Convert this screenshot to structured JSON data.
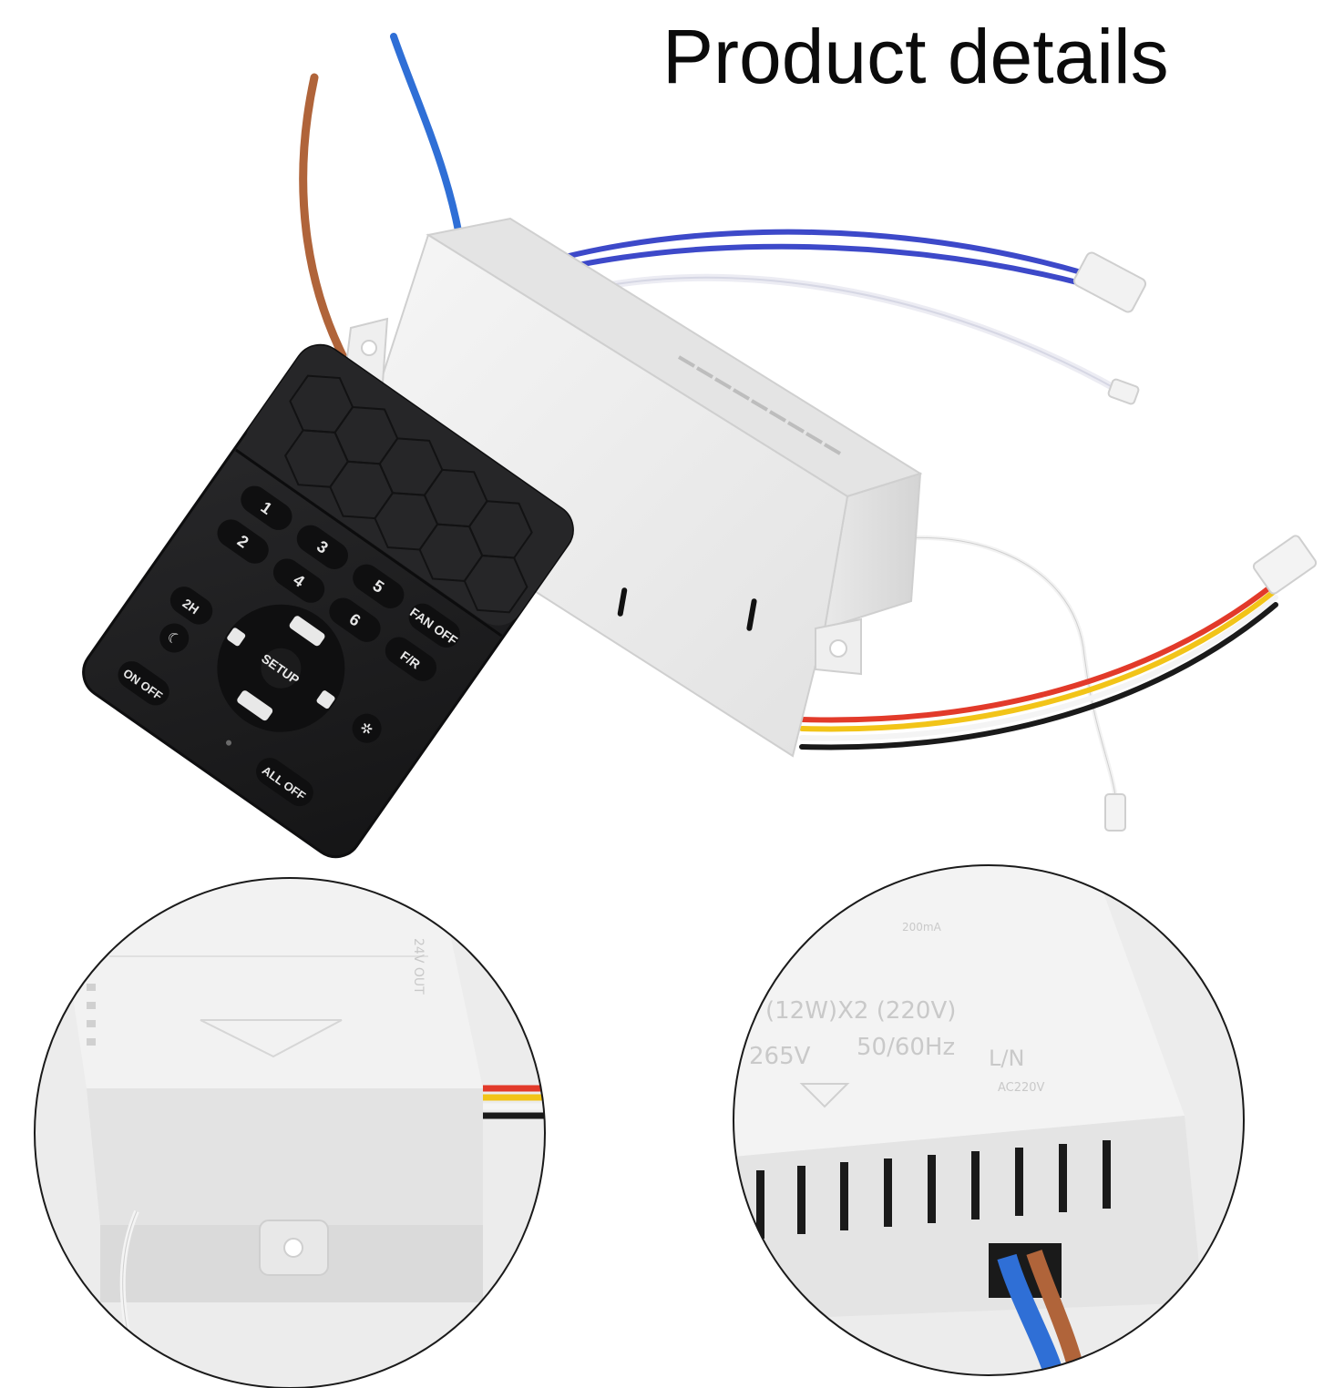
{
  "heading": "Product details",
  "remote": {
    "buttons": {
      "b1": "1",
      "b2": "2",
      "b3": "3",
      "b4": "4",
      "b5": "5",
      "b6": "6",
      "fr": "F/R",
      "fan_off": "FAN OFF",
      "h2": "2H",
      "setup": "SETUP",
      "all_off": "ALL OFF",
      "light_on_off": "ON OFF"
    }
  },
  "zoom_right": {
    "ma": "200mA",
    "power": "(12W)X2 (220V)",
    "voltage": "265V",
    "freq": "50/60Hz",
    "ln": "L/N",
    "ac": "AC220V"
  },
  "zoom_left": {
    "label": "24V OUT"
  },
  "colors": {
    "remote_body": "#1f1f21",
    "module_body": "#f1f1f1",
    "wire_blue": "#2f5fd6",
    "wire_brown": "#b0643a",
    "wire_red": "#e23a2a",
    "wire_yellow": "#f2c418"
  }
}
